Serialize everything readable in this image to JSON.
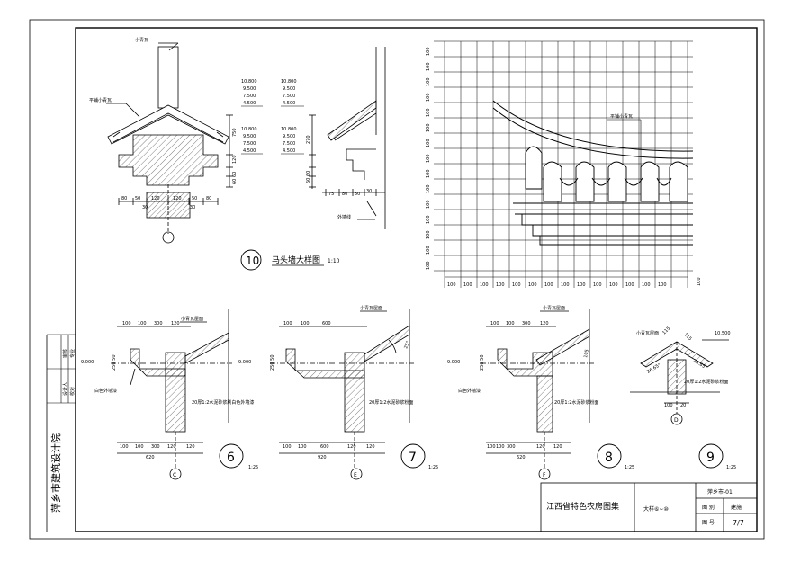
{
  "sheet": {
    "institute": "萍乡市建筑设计院",
    "sign_rows": [
      {
        "role": "审核",
        "role2": "专业"
      },
      {
        "role": "设计人",
        "role2": "校对"
      }
    ]
  },
  "title_block": {
    "atlas": "江西省特色农房图集",
    "drawing": "大样⑥~⑩",
    "code": "萍乡市-01",
    "category_label": "图 别",
    "category_value": "建施",
    "number_label": "图 号",
    "number_value": "7/7"
  },
  "detail10": {
    "number": "10",
    "title": "马头墙大样图",
    "scale": "1:10",
    "label_tile_top": "小青瓦",
    "label_tile_flat": "平铺小青瓦",
    "label_outer_wall": "外墙线",
    "elev_set_a": [
      "10.800",
      "9.500",
      "7.500",
      "4.500"
    ],
    "elev_set_b": [
      "10.800",
      "9.500",
      "7.500",
      "4.500"
    ],
    "elev_set_c": [
      "10.800",
      "9.500",
      "7.500",
      "4.500"
    ],
    "elev_set_d": [
      "10.800",
      "9.500",
      "7.500",
      "4.500"
    ],
    "dim_h_1": "750",
    "dim_h_2": "120",
    "dim_h_3": "60 60",
    "dim_h_4": "270",
    "dim_h_5": "60 60",
    "dims_bottom_left": [
      "80",
      "50",
      "120",
      "120",
      "50",
      "80"
    ],
    "dims_bottom_left_2": [
      "30",
      "30"
    ],
    "dims_bottom_right": [
      "75",
      "80",
      "50",
      "30"
    ]
  },
  "grid_detail": {
    "label_tile": "平铺小青瓦",
    "row_labels": [
      "100",
      "100",
      "100",
      "100",
      "100",
      "100",
      "100",
      "100",
      "100",
      "100",
      "100",
      "100",
      "100",
      "100",
      "100"
    ],
    "col_labels": [
      "100",
      "100",
      "100",
      "100",
      "100",
      "100",
      "100",
      "100",
      "100",
      "100",
      "100",
      "100",
      "100",
      "100"
    ],
    "right_label": "100"
  },
  "details": [
    {
      "number": "6",
      "scale": "1:25",
      "axis": "C",
      "elev": "9.000",
      "label_roof": "小青瓦屋面",
      "label_wall": "白色外墙漆",
      "note": "20厚1:2水泥砂浆刷白色外墙漆",
      "top_dims": [
        "100",
        "100",
        "300",
        "120"
      ],
      "bot_dims": [
        "100",
        "100",
        "300",
        "120",
        "120"
      ],
      "bot_total": "620",
      "side_dims": "250 50"
    },
    {
      "number": "7",
      "scale": "1:25",
      "axis": "E",
      "elev": "9.000",
      "label_roof": "小青瓦屋面",
      "note": "20厚1:2水泥砂浆粉面",
      "top_dims": [
        "100",
        "100",
        "600"
      ],
      "bot_dims": [
        "100",
        "100",
        "600",
        "120",
        "120"
      ],
      "bot_total": "920",
      "side_dims": "250 50",
      "roof_angle": "25°"
    },
    {
      "number": "8",
      "scale": "1:25",
      "axis": "F",
      "elev": "9.000",
      "label_roof": "小青瓦屋面",
      "label_wall": "白色外墙漆",
      "note": "20厚1:2水泥砂浆粉面",
      "top_dims": [
        "100",
        "100",
        "300",
        "120"
      ],
      "bot_dims": [
        "100",
        "100",
        "300",
        "120",
        "120"
      ],
      "bot_total": "620",
      "side_dims": "250 50",
      "roof_dim": "105"
    },
    {
      "number": "9",
      "scale": "1:25",
      "axis": "D",
      "elev": "10.500",
      "label_roof": "小青瓦屋面",
      "note": "20厚1:2水泥砂浆粉面",
      "bot_dims": [
        "100",
        "20"
      ],
      "angles": [
        "26.65°",
        "26.65°"
      ],
      "top_dims": [
        "115",
        "115"
      ]
    }
  ]
}
